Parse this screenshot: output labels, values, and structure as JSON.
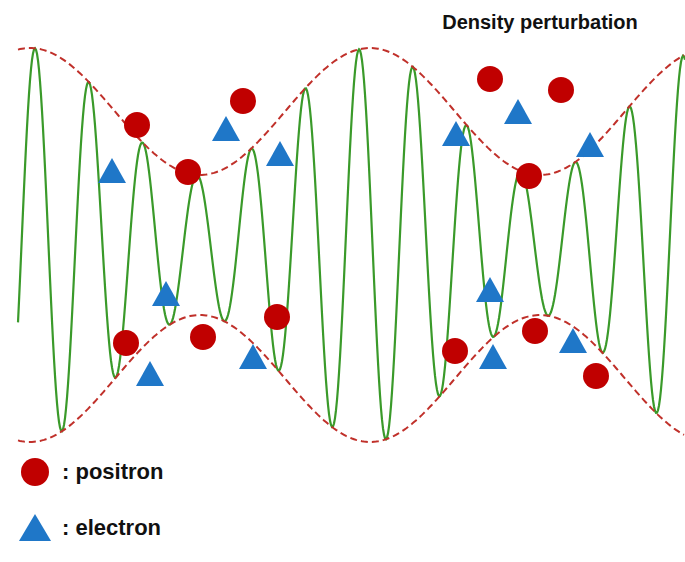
{
  "diagram": {
    "title": "Density perturbation",
    "legend": [
      {
        "text": ": positron"
      },
      {
        "text": ": electron"
      }
    ]
  }
}
